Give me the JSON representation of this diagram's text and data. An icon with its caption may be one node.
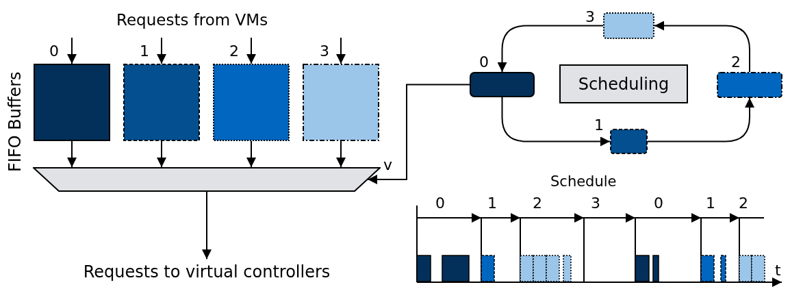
{
  "diagram": {
    "nodes": [
      {
        "text": [],
        "shape": "box",
        "beside": [
          "0"
        ]
      },
      {
        "text": [],
        "shape": "box",
        "beside": [
          "1"
        ]
      },
      {
        "text": [],
        "shape": "box",
        "beside": [
          "2"
        ]
      },
      {
        "text": [],
        "shape": "box",
        "beside": [
          "3"
        ]
      },
      {
        "text": [],
        "shape": "trapezoid"
      },
      {
        "text": [
          "Requests to virtual controllers"
        ]
      },
      {
        "text": [],
        "shape": "box",
        "beside": [
          "3"
        ]
      },
      {
        "text": [],
        "shape": "box",
        "beside": [
          "0"
        ]
      },
      {
        "text": [
          "Scheduling"
        ]
      },
      {
        "text": [],
        "shape": "box",
        "beside": [
          "2"
        ]
      },
      {
        "text": [],
        "shape": "box",
        "beside": [
          "1"
        ]
      }
    ],
    "edges": [
      {
        "from": null,
        "to": 0,
        "arrow": "to"
      },
      {
        "from": null,
        "to": 1,
        "arrow": "to"
      },
      {
        "from": null,
        "to": 2,
        "arrow": "to"
      },
      {
        "from": null,
        "to": 3,
        "arrow": "to"
      },
      {
        "from": 0,
        "to": 4,
        "arrow": "to"
      },
      {
        "from": 1,
        "to": 4,
        "arrow": "to"
      },
      {
        "from": 2,
        "to": 4,
        "arrow": "to"
      },
      {
        "from": 3,
        "to": 4,
        "arrow": "to"
      },
      {
        "from": 4,
        "to": 5,
        "arrow": "to"
      },
      {
        "from": 7,
        "to": 4,
        "arrow": "to",
        "label": "v"
      },
      {
        "from": 7,
        "to": 10,
        "arrow": "to"
      },
      {
        "from": 10,
        "to": 9,
        "arrow": "to"
      },
      {
        "from": 9,
        "to": 6,
        "arrow": "to"
      },
      {
        "from": 6,
        "to": 7,
        "arrow": "to"
      }
    ],
    "labels": [
      "Requests from VMs",
      "FIFO Buffers",
      "Schedule",
      "0",
      "1",
      "2",
      "3",
      "0",
      "1",
      "2",
      "t"
    ]
  }
}
